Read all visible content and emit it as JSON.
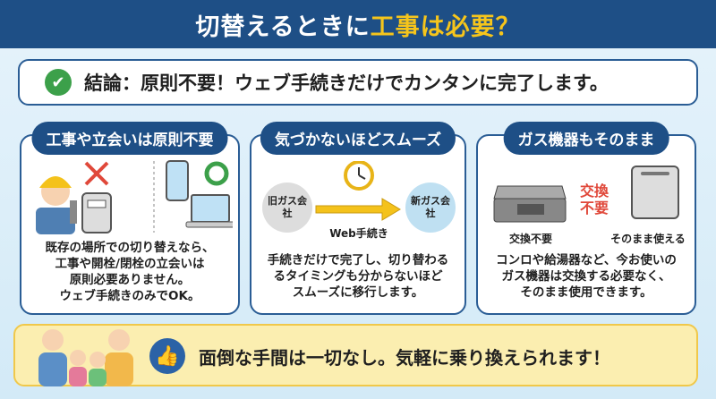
{
  "title": {
    "part1": "切替えるときに",
    "part2": "工事は必要？"
  },
  "conclusion": "結論：原則不要！ウェブ手続きだけでカンタンに完了します。",
  "cards": [
    {
      "heading": "工事や立会いは原則不要",
      "lines": [
        "既存の場所での切り替えなら、",
        "工事や開栓/閉栓の立会いは",
        "原則必要ありません。",
        "ウェブ手続きのみでOK。"
      ]
    },
    {
      "heading": "気づかないほどスムーズ",
      "old_company": "旧ガス会社",
      "new_company": "新ガス会社",
      "arrow_label": "Web手続き",
      "lines": [
        "手続きだけで完了し、切り替わる",
        "るタイミングも分からないほど",
        "スムーズに移行します。"
      ]
    },
    {
      "heading": "ガス機器もそのまま",
      "center_label": "交換不要",
      "stove_label": "交換不要",
      "heater_label": "そのまま使える",
      "lines": [
        "コンロや給湯器など、今お使いの",
        "ガス機器は交換する必要なく、",
        "そのまま使用できます。"
      ]
    }
  ],
  "banner": "面倒な手間は一切なし。気軽に乗り換えられます！",
  "colors": {
    "navy": "#1e4f86",
    "yellow": "#f6c51b",
    "green": "#3ca04a",
    "red": "#e0483a"
  }
}
